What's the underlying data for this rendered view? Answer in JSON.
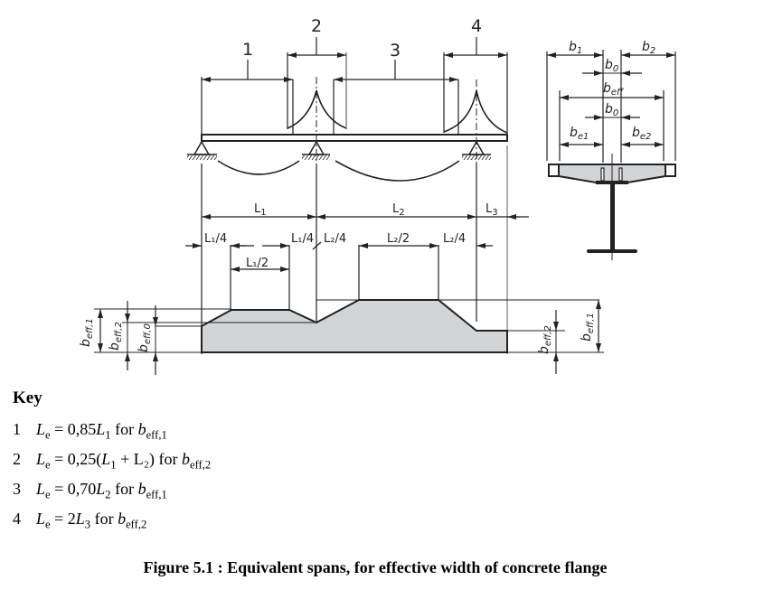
{
  "figure": {
    "callouts": [
      "1",
      "2",
      "3",
      "4"
    ],
    "spans": {
      "L1": {
        "base": "L",
        "sub": "1"
      },
      "L2": {
        "base": "L",
        "sub": "2"
      },
      "L3": {
        "base": "L",
        "sub": "3"
      },
      "L1_4a": "L₁/4",
      "L1_2": "L₁/2",
      "L1_4b": "L₁/4",
      "L2_4a": "L₂/4",
      "L2_2": "L₂/2",
      "L2_4b": "L₂/4"
    },
    "widths_left": {
      "beff1": {
        "base": "b",
        "sub": "eff,1"
      },
      "beff2": {
        "base": "b",
        "sub": "eff,2"
      },
      "beff0": {
        "base": "b",
        "sub": "eff,0"
      }
    },
    "widths_right": {
      "beff2": {
        "base": "b",
        "sub": "eff,2"
      },
      "beff1": {
        "base": "b",
        "sub": "eff,1"
      }
    },
    "section": {
      "b1": {
        "base": "b",
        "sub": "1"
      },
      "b2": {
        "base": "b",
        "sub": "2"
      },
      "b0_top": {
        "base": "b",
        "sub": "0"
      },
      "beff": {
        "base": "b",
        "sub": "eff"
      },
      "b0_mid": {
        "base": "b",
        "sub": "0"
      },
      "be1": {
        "base": "b",
        "sub": "e1"
      },
      "be2": {
        "base": "b",
        "sub": "e2"
      }
    },
    "colors": {
      "line": "#222222",
      "fill": "#d3d4d6",
      "accent_label": "#4a3a1a"
    }
  },
  "key": {
    "title": "Key",
    "items": [
      {
        "num": "1",
        "Le": "L",
        "Le_sub": "e",
        "eq": " = 0,85",
        "L": "L",
        "L_sub": "1",
        "tail": "",
        "for": " for ",
        "b": "b",
        "b_sub": "eff,1"
      },
      {
        "num": "2",
        "Le": "L",
        "Le_sub": "e",
        "eq": " = 0,25(",
        "L": "L",
        "L_sub": "1",
        "tail": " + L₂)",
        "for": " for ",
        "b": "b",
        "b_sub": "eff,2"
      },
      {
        "num": "3",
        "Le": "L",
        "Le_sub": "e",
        "eq": " = 0,70",
        "L": "L",
        "L_sub": "2",
        "tail": "",
        "for": " for ",
        "b": "b",
        "b_sub": "eff,1"
      },
      {
        "num": "4",
        "Le": "L",
        "Le_sub": "e",
        "eq": " = 2",
        "L": "L",
        "L_sub": "3",
        "tail": "",
        "for": " for ",
        "b": "b",
        "b_sub": "eff,2"
      }
    ]
  },
  "caption": "Figure 5.1 : Equivalent spans, for effective width of concrete flange"
}
